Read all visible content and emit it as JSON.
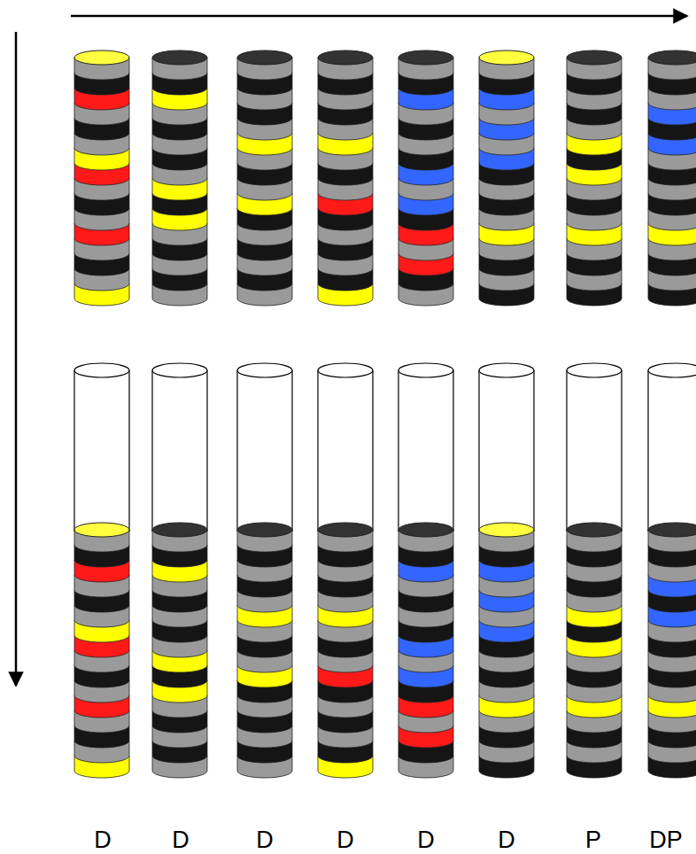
{
  "diagram": {
    "labels": [
      "D",
      "D",
      "D",
      "D",
      "D",
      "D",
      "P",
      "DP"
    ]
  }
}
